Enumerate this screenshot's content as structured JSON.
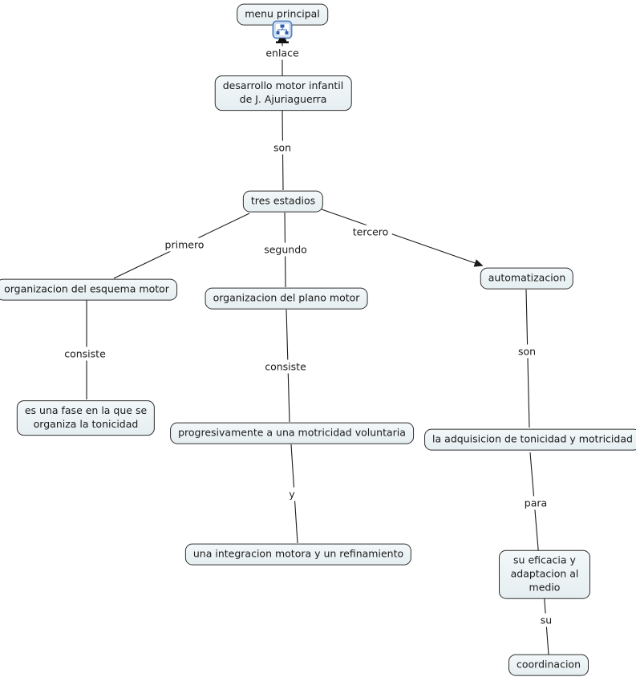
{
  "app": {
    "name": "concept map"
  },
  "colors": {
    "background": "#ffffff",
    "node_fill": "#eaf1f3",
    "node_border": "#2e2e2e",
    "line": "#1a1a1a",
    "text": "#1a1a1a",
    "icon_frame_blue": "#5b87c5",
    "icon_glyph_blue": "#2b5fb0",
    "icon_stand_black": "#111111"
  },
  "nodes": {
    "menu_principal": {
      "label": "menu principal"
    },
    "desarrollo": {
      "label": "desarrollo motor infantil\nde J. Ajuriaguerra"
    },
    "tres_estadios": {
      "label": "tres estadios"
    },
    "esquema_motor": {
      "label": "organizacion del esquema motor"
    },
    "plano_motor": {
      "label": "organizacion del plano motor"
    },
    "automatizacion": {
      "label": "automatizacion"
    },
    "fase_tonicidad": {
      "label": "es una fase en la que se\norganiza la tonicidad"
    },
    "progresivamente": {
      "label": "progresivamente a una motricidad voluntaria"
    },
    "adquisicion": {
      "label": "la adquisicion de tonicidad y motricidad"
    },
    "integracion": {
      "label": "una integracion motora y un refinamiento"
    },
    "eficacia": {
      "label": "su eficacia y adaptacion al\nmedio"
    },
    "coordinacion": {
      "label": "coordinacion"
    }
  },
  "link_labels": {
    "enlace": {
      "label": "enlace"
    },
    "son_top": {
      "label": "son"
    },
    "primero": {
      "label": "primero"
    },
    "segundo": {
      "label": "segundo"
    },
    "tercero": {
      "label": "tercero"
    },
    "consiste_left": {
      "label": "consiste"
    },
    "consiste_mid": {
      "label": "consiste"
    },
    "son_right": {
      "label": "son"
    },
    "y_mid": {
      "label": "y"
    },
    "para": {
      "label": "para"
    },
    "su": {
      "label": "su"
    }
  },
  "icons": {
    "linked_cmap": "linked-concept-map-resource-icon"
  },
  "edges_semantic": [
    {
      "from": "menu principal",
      "via": "enlace",
      "to": "desarrollo motor infantil de J. Ajuriaguerra"
    },
    {
      "from": "desarrollo motor infantil de J. Ajuriaguerra",
      "via": "son",
      "to": "tres estadios"
    },
    {
      "from": "tres estadios",
      "via": "primero",
      "to": "organizacion del esquema motor"
    },
    {
      "from": "tres estadios",
      "via": "segundo",
      "to": "organizacion del plano motor"
    },
    {
      "from": "tres estadios",
      "via": "tercero",
      "to": "automatizacion",
      "arrow": true
    },
    {
      "from": "organizacion del esquema motor",
      "via": "consiste",
      "to": "es una fase en la que se organiza la tonicidad"
    },
    {
      "from": "organizacion del plano motor",
      "via": "consiste",
      "to": "progresivamente a una motricidad voluntaria"
    },
    {
      "from": "progresivamente a una motricidad voluntaria",
      "via": "y",
      "to": "una integracion motora y un refinamiento"
    },
    {
      "from": "automatizacion",
      "via": "son",
      "to": "la adquisicion de tonicidad y motricidad"
    },
    {
      "from": "la adquisicion de tonicidad y motricidad",
      "via": "para",
      "to": "su eficacia y adaptacion al medio"
    },
    {
      "from": "su eficacia y adaptacion al medio",
      "via": "su",
      "to": "coordinacion"
    }
  ]
}
